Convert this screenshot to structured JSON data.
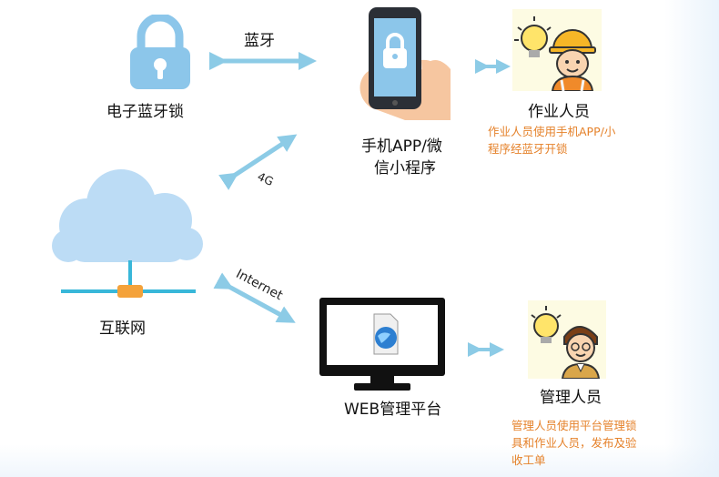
{
  "nodes": {
    "lock_label": "电子蓝牙锁",
    "phone_label_line1": "手机APP/微",
    "phone_label_line2": "信小程序",
    "worker_label": "作业人员",
    "cloud_label": "互联网",
    "web_label": "WEB管理平台",
    "manager_label": "管理人员"
  },
  "edges": {
    "bluetooth": "蓝牙",
    "4g": "4G",
    "internet": "Internet"
  },
  "notes": {
    "worker_note_line1": "作业人员使用手机APP/小",
    "worker_note_line2": "程序经蓝牙开锁",
    "manager_note_line1": "管理人员使用平台管理锁",
    "manager_note_line2": "具和作业人员，发布及验",
    "manager_note_line3": "收工单"
  },
  "colors": {
    "lock_blue": "#8cc6ea",
    "arrow": "#8ccbe6",
    "note_orange": "#e5822b",
    "cloud": "#bcdcf5",
    "network_line": "#38b7d9",
    "network_node": "#f4a23a"
  },
  "icons": {
    "lock": "padlock-icon",
    "phone": "phone-in-hand-icon",
    "worker": "worker-with-lightbulb-icon",
    "cloud": "cloud-network-icon",
    "monitor": "monitor-icon",
    "manager": "manager-with-lightbulb-icon"
  }
}
